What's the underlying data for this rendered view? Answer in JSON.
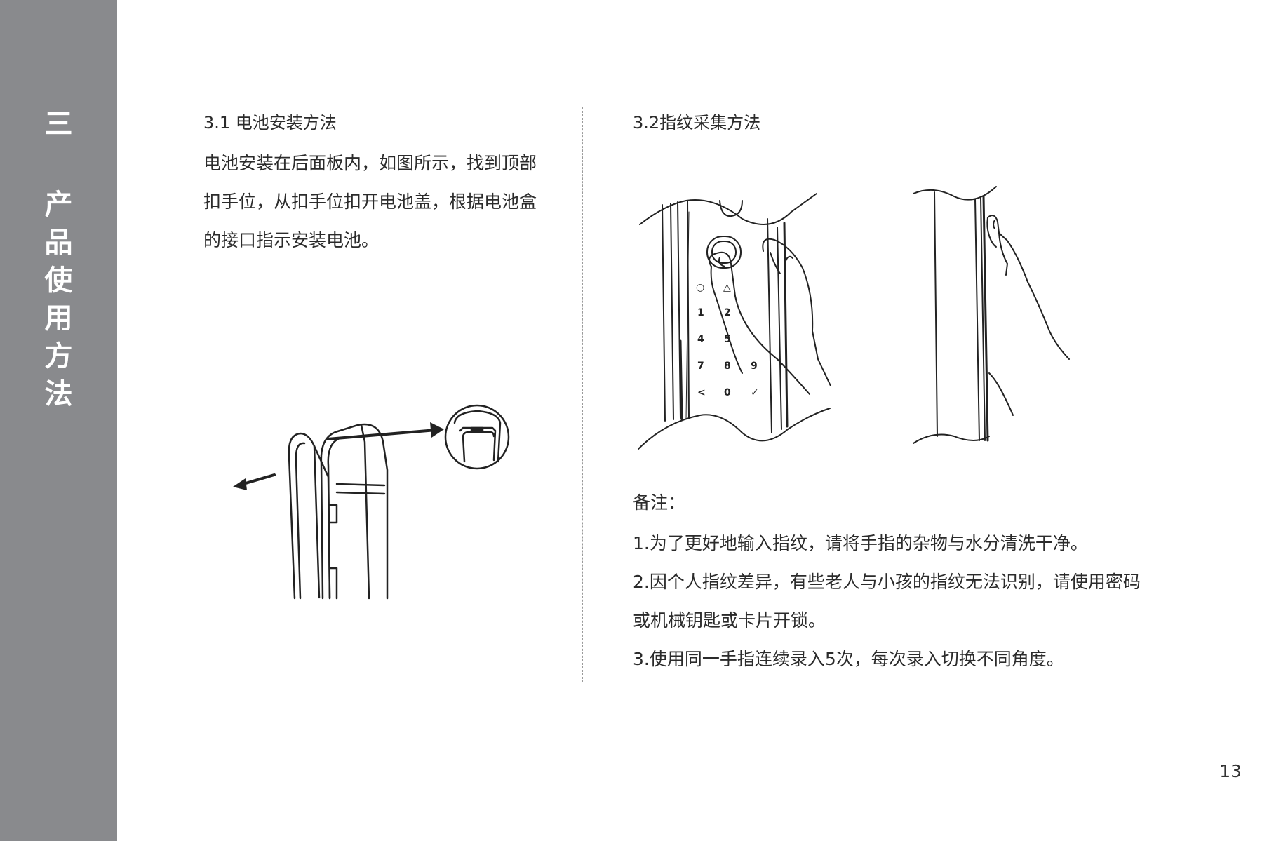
{
  "sidebar": {
    "chapter_number": "三",
    "chapter_title_chars": [
      "产",
      "品",
      "使",
      "用",
      "方",
      "法"
    ]
  },
  "section_left": {
    "heading": "3.1 电池安装方法",
    "lines": [
      "电池安装在后面板内，如图所示，找到顶部",
      "扣手位，从扣手位扣开电池盖，根据电池盒",
      "的接口指示安装电池。"
    ]
  },
  "section_right": {
    "heading": "3.2指纹采集方法",
    "keypad_keys": [
      "1",
      "2",
      "4",
      "5",
      "7",
      "8",
      "9",
      "<",
      "0",
      "✓"
    ],
    "notes_title": "备注：",
    "notes": [
      "1.为了更好地输入指纹，请将手指的杂物与水分清洗干净。",
      "2.因个人指纹差异，有些老人与小孩的指纹无法识别，请使用密码",
      "或机械钥匙或卡片开锁。",
      "3.使用同一手指连续录入5次，每次录入切换不同角度。"
    ]
  },
  "page_number": "13",
  "colors": {
    "sidebar": "#898a8d",
    "text": "#2b2b2b",
    "background": "#ffffff"
  }
}
